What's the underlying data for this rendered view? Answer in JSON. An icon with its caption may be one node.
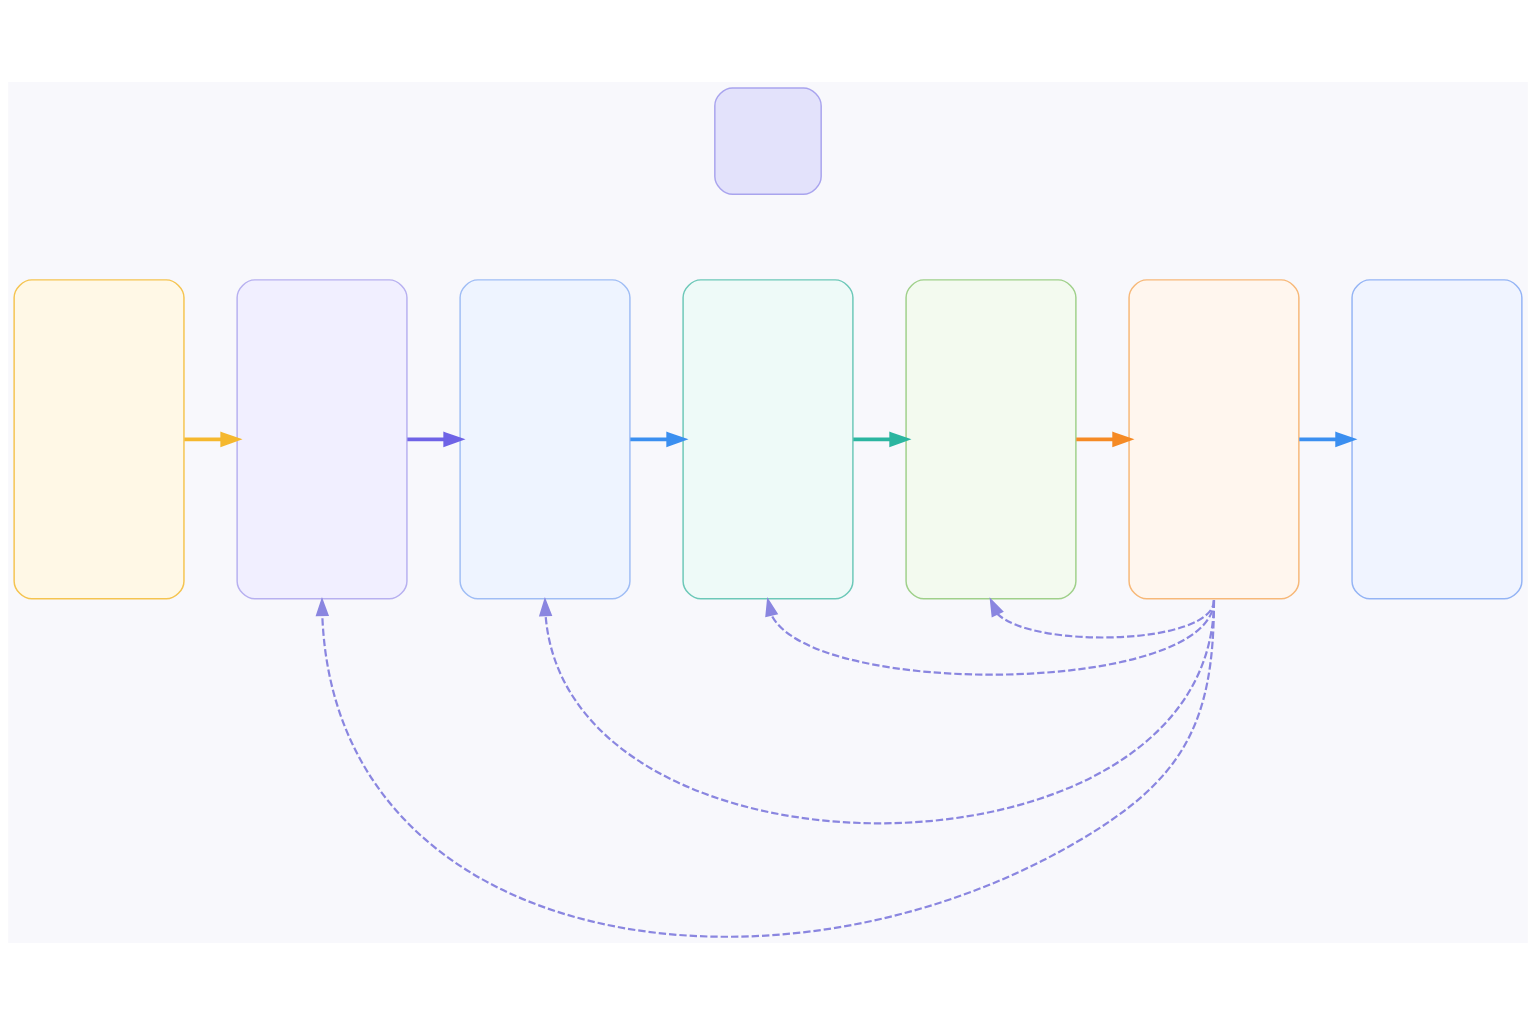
{
  "diagram": {
    "nodes": [
      {
        "text": [],
        "shape": "box"
      },
      {
        "text": [],
        "shape": "box"
      },
      {
        "text": [],
        "shape": "box"
      },
      {
        "text": [],
        "shape": "box"
      },
      {
        "text": [],
        "shape": "box"
      },
      {
        "text": [],
        "shape": "box"
      },
      {
        "text": [],
        "shape": "box"
      },
      {
        "text": [],
        "shape": "box"
      }
    ],
    "edges": [
      {
        "from": 0,
        "to": 1,
        "arrow": "to",
        "color": "#f5b82e"
      },
      {
        "from": 1,
        "to": 2,
        "arrow": "to",
        "color": "#6f63e6"
      },
      {
        "from": 2,
        "to": 3,
        "arrow": "to",
        "color": "#3b8ff0"
      },
      {
        "from": 3,
        "to": 4,
        "arrow": "to",
        "color": "#2bb5a0"
      },
      {
        "from": 4,
        "to": 5,
        "arrow": "to",
        "color": "#f58a25"
      },
      {
        "from": 5,
        "to": 6,
        "arrow": "to",
        "color": "#3b8ff0"
      },
      {
        "from": 5,
        "to": 1,
        "arrow": "to",
        "style": "dashed",
        "color": "#8a86e0"
      },
      {
        "from": 5,
        "to": 2,
        "arrow": "to",
        "style": "dashed",
        "color": "#8a86e0"
      },
      {
        "from": 5,
        "to": 3,
        "arrow": "to",
        "style": "dashed",
        "color": "#8a86e0"
      },
      {
        "from": 5,
        "to": 4,
        "arrow": "to",
        "style": "dashed",
        "color": "#8a86e0"
      }
    ]
  }
}
